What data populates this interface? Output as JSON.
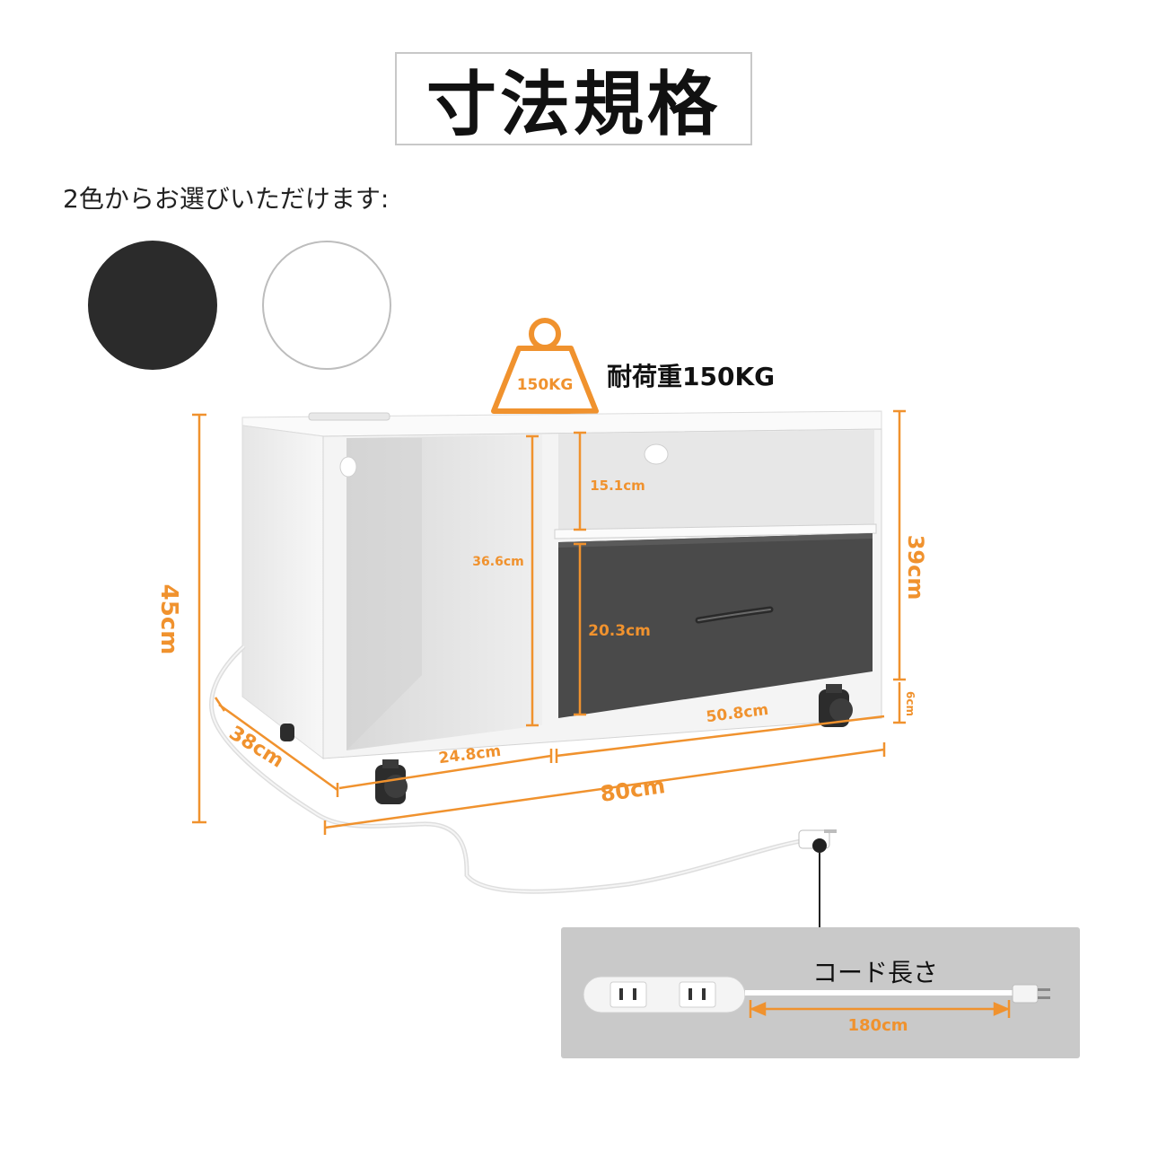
{
  "title": "寸法規格",
  "colors_caption": "2色からお選びいただけます:",
  "color_options": [
    {
      "name": "black",
      "hex": "#2b2b2b"
    },
    {
      "name": "white",
      "hex": "#ffffff"
    }
  ],
  "load": {
    "weight_tag": "150KG",
    "caption": "耐荷重150KG",
    "icon": "weight-icon"
  },
  "dimensions": {
    "height_total": "45cm",
    "depth": "38cm",
    "width_total": "80cm",
    "left_opening_width": "24.8cm",
    "right_section_width": "50.8cm",
    "left_opening_height": "36.6cm",
    "upper_shelf_height": "15.1cm",
    "drawer_height": "20.3cm",
    "body_height": "39cm",
    "caster_height": "6cm"
  },
  "cord": {
    "title": "コード長さ",
    "length": "180cm"
  },
  "accent_color": "#f0922e"
}
